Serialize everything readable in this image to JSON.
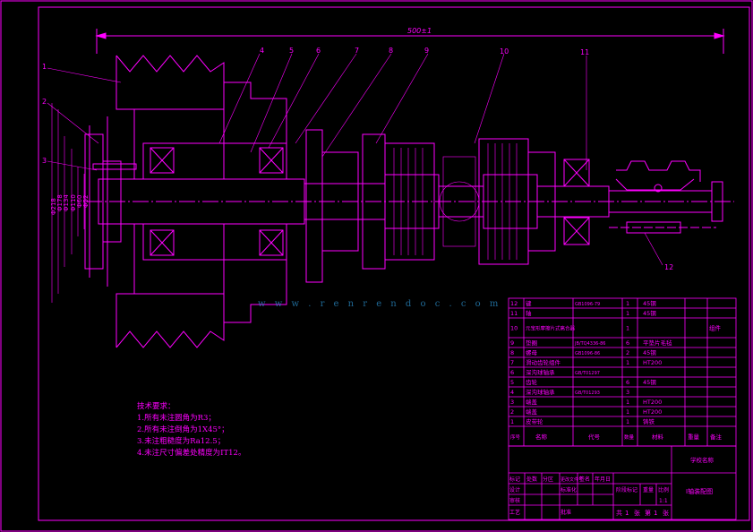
{
  "drawing": {
    "overall_dimension": "500±1",
    "diameters": [
      "Φ218",
      "Φ178",
      "Φ134",
      "Φ110",
      "Φ60",
      "Φ52"
    ],
    "balloons": [
      "1",
      "2",
      "3",
      "4",
      "5",
      "6",
      "7",
      "8",
      "9",
      "10",
      "11",
      "12"
    ],
    "colors": {
      "line": "#ff00ff",
      "background": "#000000",
      "watermark": "#2a8cc8"
    }
  },
  "watermark": {
    "text": "w w w . r e n r e n d o c . c o m"
  },
  "notes": {
    "title": "技术要求：",
    "items": [
      "1.所有未注圆角为R3；",
      "2.所有未注倒角为1X45°；",
      "3.未注粗糙度为Ra12.5；",
      "4.未注尺寸偏差处精度为IT12。"
    ]
  },
  "bom": {
    "rows": [
      {
        "no": "12",
        "name": "键",
        "code": "GB1096-79",
        "qty": "1",
        "material": "45钢",
        "note": ""
      },
      {
        "no": "11",
        "name": "轴",
        "code": "",
        "qty": "1",
        "material": "45钢",
        "note": ""
      },
      {
        "no": "10",
        "name": "元宝形摩擦片式离合器",
        "code": "",
        "qty": "1",
        "material": "",
        "note": "组件"
      },
      {
        "no": "9",
        "name": "垫圈",
        "code": "JB/TQ4336-86",
        "qty": "6",
        "material": "平垫片毛毡",
        "note": ""
      },
      {
        "no": "8",
        "name": "螺母",
        "code": "GB1096-86",
        "qty": "2",
        "material": "45钢",
        "note": ""
      },
      {
        "no": "7",
        "name": "滑动齿轮组件",
        "code": "",
        "qty": "1",
        "material": "HT200",
        "note": ""
      },
      {
        "no": "6",
        "name": "深沟球轴承",
        "code": "GB/T01297",
        "qty": "",
        "material": "",
        "note": ""
      },
      {
        "no": "5",
        "name": "齿轮",
        "code": "",
        "qty": "6",
        "material": "45钢",
        "note": ""
      },
      {
        "no": "4",
        "name": "深沟球轴承",
        "code": "GB/T01293",
        "qty": "3",
        "material": "",
        "note": ""
      },
      {
        "no": "3",
        "name": "端盖",
        "code": "",
        "qty": "1",
        "material": "HT200",
        "note": ""
      },
      {
        "no": "2",
        "name": "端盖",
        "code": "",
        "qty": "1",
        "material": "HT200",
        "note": ""
      },
      {
        "no": "1",
        "name": "皮带轮",
        "code": "",
        "qty": "1",
        "material": "铸铁",
        "note": ""
      }
    ],
    "header": {
      "no": "序号",
      "name": "名称",
      "code": "代号",
      "qty": "数量",
      "material": "材料",
      "weight": "重量",
      "note": "备注"
    }
  },
  "titleblock": {
    "school": "学校名称",
    "drawing_name": "I轴装配图",
    "rev_labels": [
      "标记",
      "处数",
      "分区",
      "更改文件号",
      "签名",
      "年月日"
    ],
    "role_labels": [
      "设计",
      "审核",
      "工艺"
    ],
    "std_label": "标准化",
    "approve_label": "批准",
    "stage_label": "阶段标记",
    "weight_label": "重量",
    "scale_label": "比例",
    "scale_value": "1:1",
    "sheet_total_label": "共",
    "sheet_total": "1",
    "sheet_total_unit": "张",
    "sheet_no_label": "第",
    "sheet_no": "1",
    "sheet_no_unit": "张"
  }
}
